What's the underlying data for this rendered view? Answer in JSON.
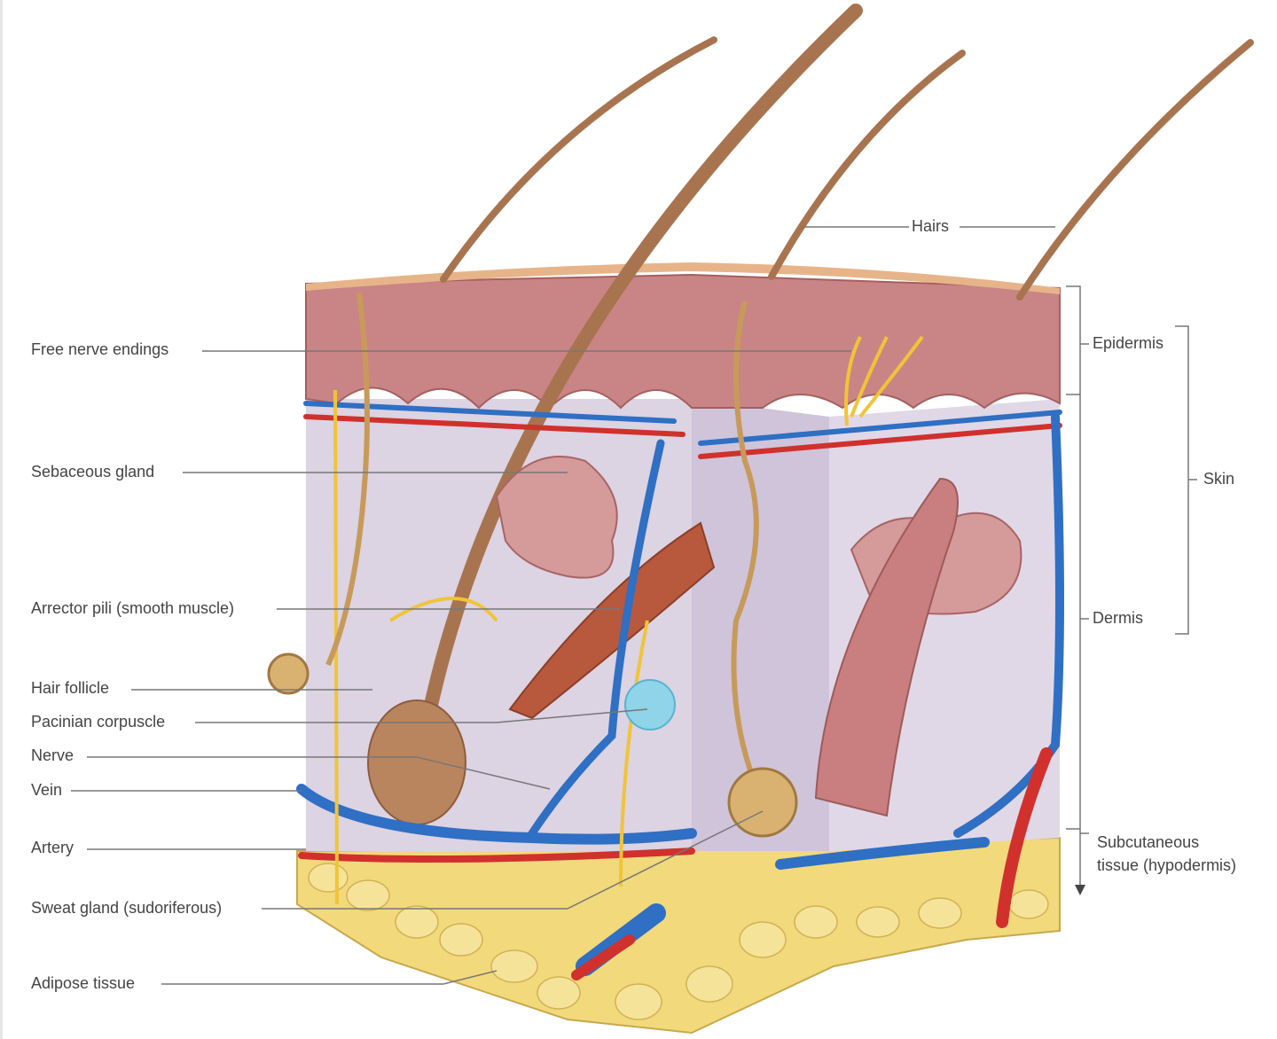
{
  "labels": {
    "hairs": "Hairs",
    "epidermis": "Epidermis",
    "dermis": "Dermis",
    "skin": "Skin",
    "subcutaneous_line1": "Subcutaneous",
    "subcutaneous_line2": "tissue (hypodermis)",
    "free_nerve_endings": "Free nerve endings",
    "sebaceous_gland": "Sebaceous gland",
    "arrector_pili": "Arrector pili (smooth muscle)",
    "hair_follicle": "Hair follicle",
    "pacinian_corpuscle": "Pacinian corpuscle",
    "nerve": "Nerve",
    "vein": "Vein",
    "artery": "Artery",
    "sweat_gland": "Sweat gland (sudoriferous)",
    "adipose_tissue": "Adipose tissue"
  },
  "colors": {
    "epidermis": "#c98585",
    "dermis": "#dcd3e3",
    "adipose": "#f1d97c",
    "hair": "#a8744f",
    "artery": "#d0312d",
    "vein": "#2f6fc4",
    "nerve": "#f0c437",
    "leader": "#777777"
  }
}
